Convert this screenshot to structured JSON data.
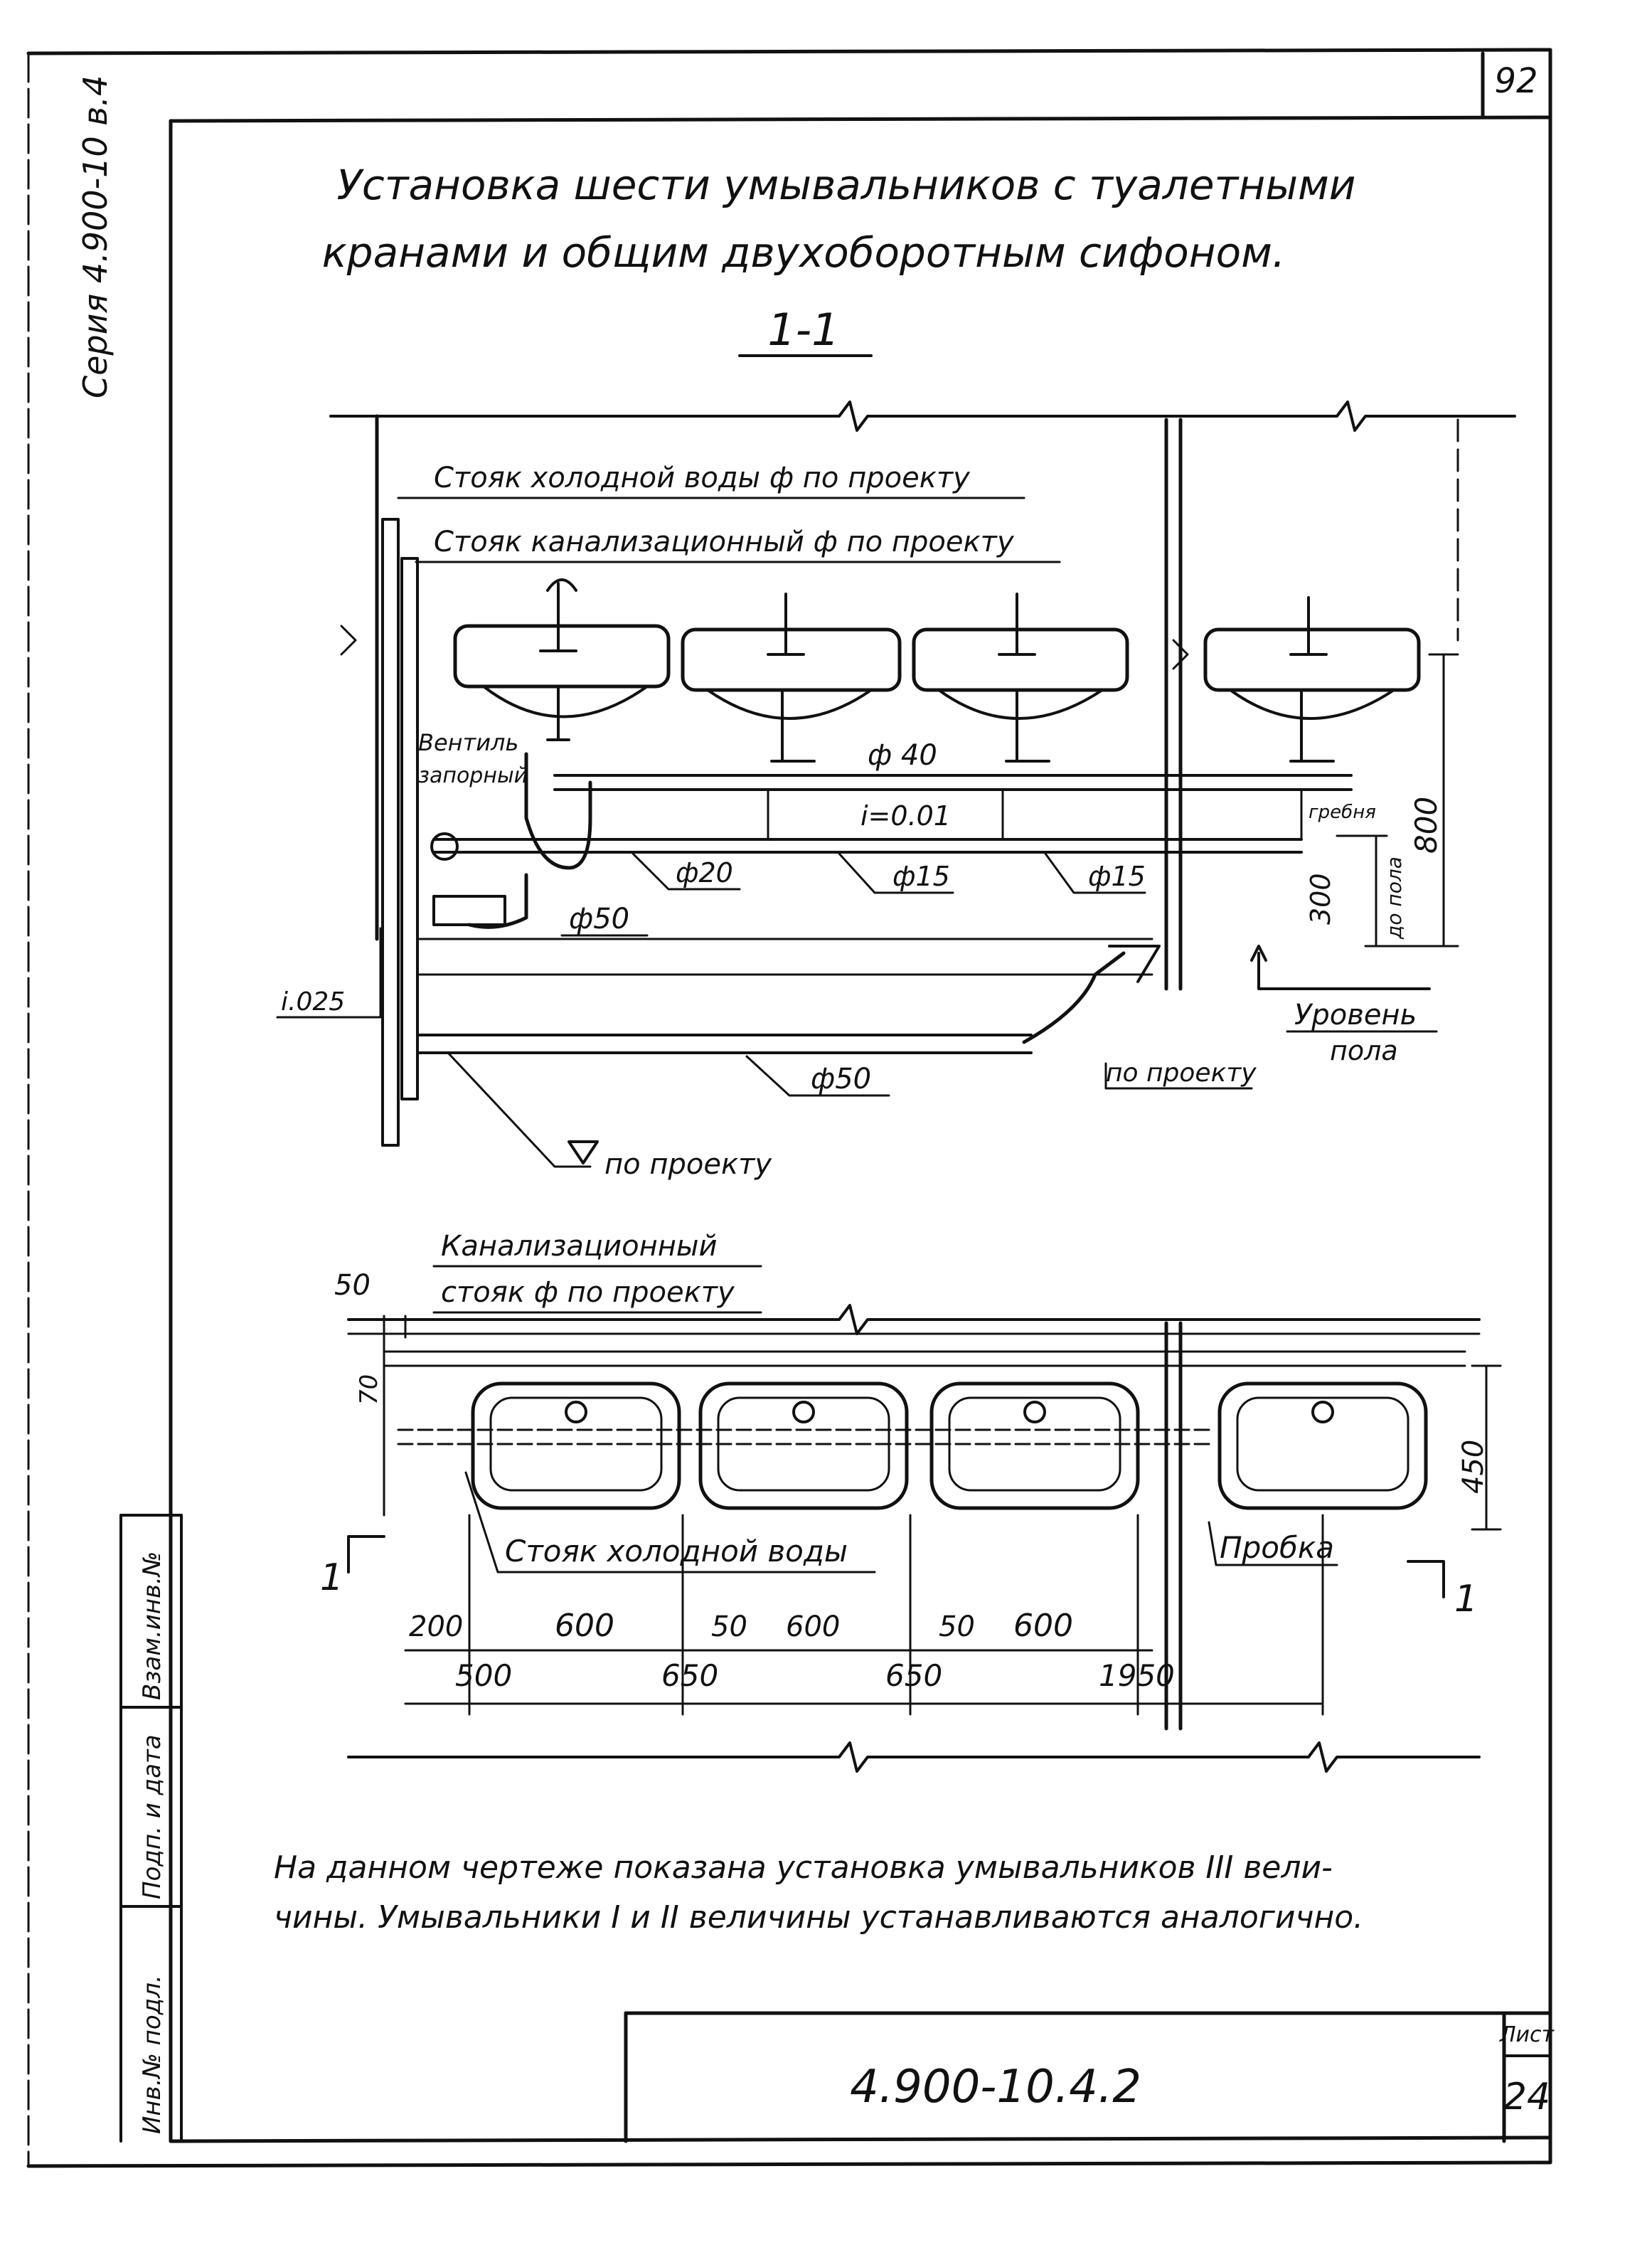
{
  "sheet": {
    "page_number": "92",
    "side_series": "Серия  4.900-10   в.4",
    "title_line1": "Установка шести умывальников с туалетными",
    "title_line2": "кранами и общим двухоборотным сифоном.",
    "section_label": "1-1",
    "note_line1": "На данном чертеже показана установка умывальников III вели-",
    "note_line2": "чины. Умывальники I и II величины устанавливаются аналогично.",
    "stamp_code": "4.900-10.4.2",
    "sheet_label": "Лист",
    "sheet_number": "24",
    "sidebar_cells": [
      "Инв.№ подл.",
      "Подп. и дата",
      "Взам.инв.№"
    ]
  },
  "section_view": {
    "labels": {
      "cold_water_riser": "Стояк холодной воды ф по проекту",
      "sewer_riser": "Стояк канализационный ф по проекту",
      "valve_line1": "Вентиль",
      "valve_line2": "запорный",
      "d40": "ф 40",
      "slope": "i=0.01",
      "d20": "ф20",
      "d15a": "ф15",
      "d15b": "ф15",
      "d50a": "ф50",
      "d50b": "ф50",
      "slope_025": "i.025",
      "by_project_1": "по проекту",
      "by_project_2": "по проекту",
      "floor_line1": "Уровень",
      "floor_line2": "пола",
      "dim_300": "300",
      "dim_800": "800",
      "dim_text_side": "до пола",
      "dim_text_side2": "гребня"
    }
  },
  "plan_view": {
    "labels": {
      "sewer_riser_line1": "Канализационный",
      "sewer_riser_line2": "стояк ф по проекту",
      "cold_riser": "Стояк холодной воды",
      "plug": "Пробка",
      "dim_50_top": "50",
      "dim_70": "70",
      "dim_450": "450",
      "cut_left": "1",
      "cut_right": "1"
    },
    "dims_row1": [
      "200",
      "600",
      "50",
      "600",
      "50",
      "600"
    ],
    "dims_row2": [
      "500",
      "650",
      "650",
      "1950"
    ]
  }
}
